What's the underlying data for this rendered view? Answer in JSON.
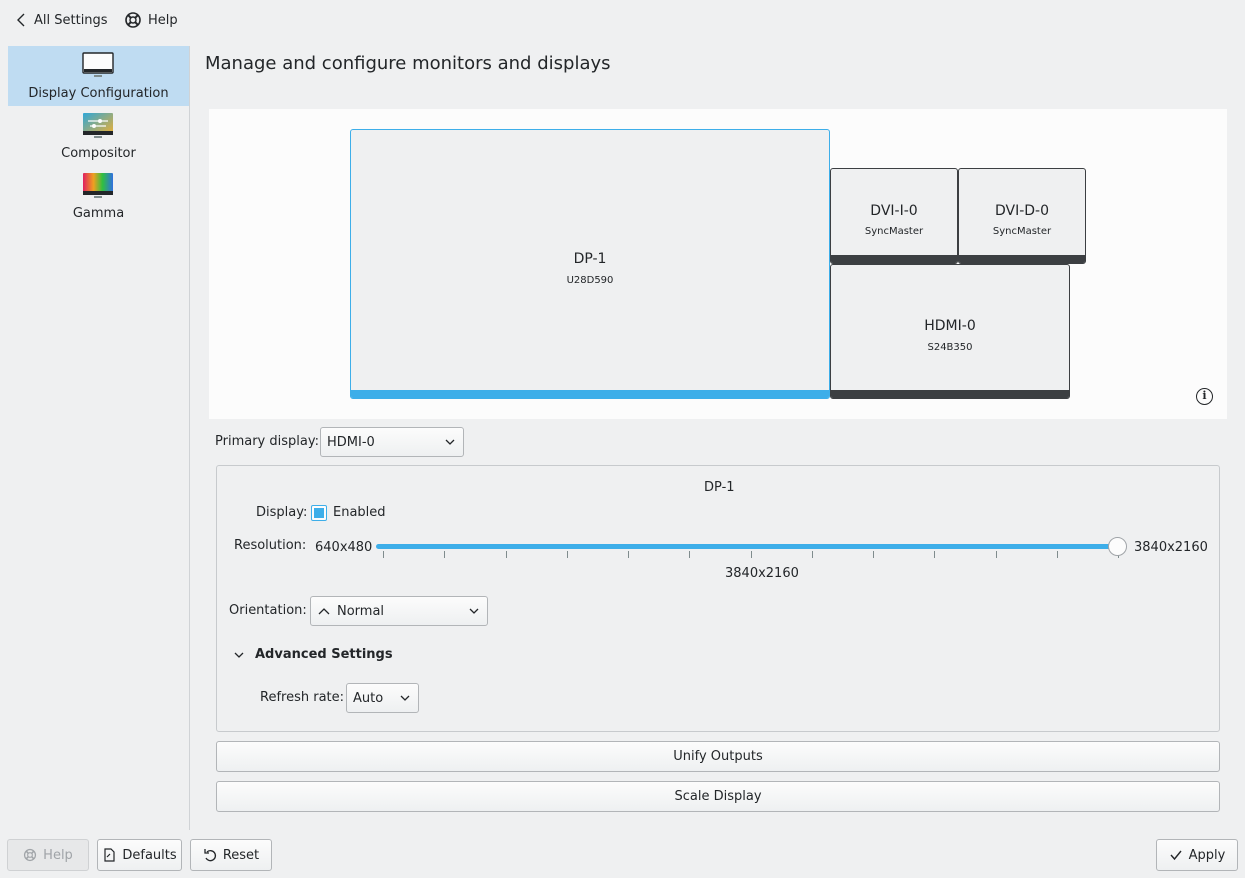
{
  "topbar": {
    "back_label": "All Settings",
    "help_label": "Help"
  },
  "sidebar": {
    "items": [
      {
        "label": "Display Configuration",
        "icon": "monitor-icon",
        "active": true
      },
      {
        "label": "Compositor",
        "icon": "compositor-icon",
        "active": false
      },
      {
        "label": "Gamma",
        "icon": "gamma-icon",
        "active": false
      }
    ]
  },
  "page": {
    "title": "Manage and configure monitors and displays"
  },
  "outputs": [
    {
      "name": "DP-1",
      "model": "U28D590",
      "selected": true
    },
    {
      "name": "DVI-I-0",
      "model": "SyncMaster",
      "selected": false
    },
    {
      "name": "DVI-D-0",
      "model": "SyncMaster",
      "selected": false
    },
    {
      "name": "HDMI-0",
      "model": "S24B350",
      "selected": false
    }
  ],
  "primary": {
    "label": "Primary display:",
    "value": "HDMI-0"
  },
  "output_settings": {
    "title": "DP-1",
    "display_label": "Display:",
    "enabled_label": "Enabled",
    "enabled": true,
    "resolution_label": "Resolution:",
    "res_min": "640x480",
    "res_max": "3840x2160",
    "res_current": "3840x2160",
    "slider_ticks": 13,
    "slider_position": 1.0,
    "orientation_label": "Orientation:",
    "orientation_value": "Normal",
    "advanced_label": "Advanced Settings",
    "refresh_label": "Refresh rate:",
    "refresh_value": "Auto"
  },
  "actions": {
    "unify": "Unify Outputs",
    "scale": "Scale Display"
  },
  "footer": {
    "help": "Help",
    "defaults": "Defaults",
    "reset": "Reset",
    "apply": "Apply"
  },
  "colors": {
    "accent": "#3daee9",
    "window_bg": "#eff0f1",
    "selection_bg": "#bfdcf2",
    "dark_bar": "#3c3f42"
  }
}
